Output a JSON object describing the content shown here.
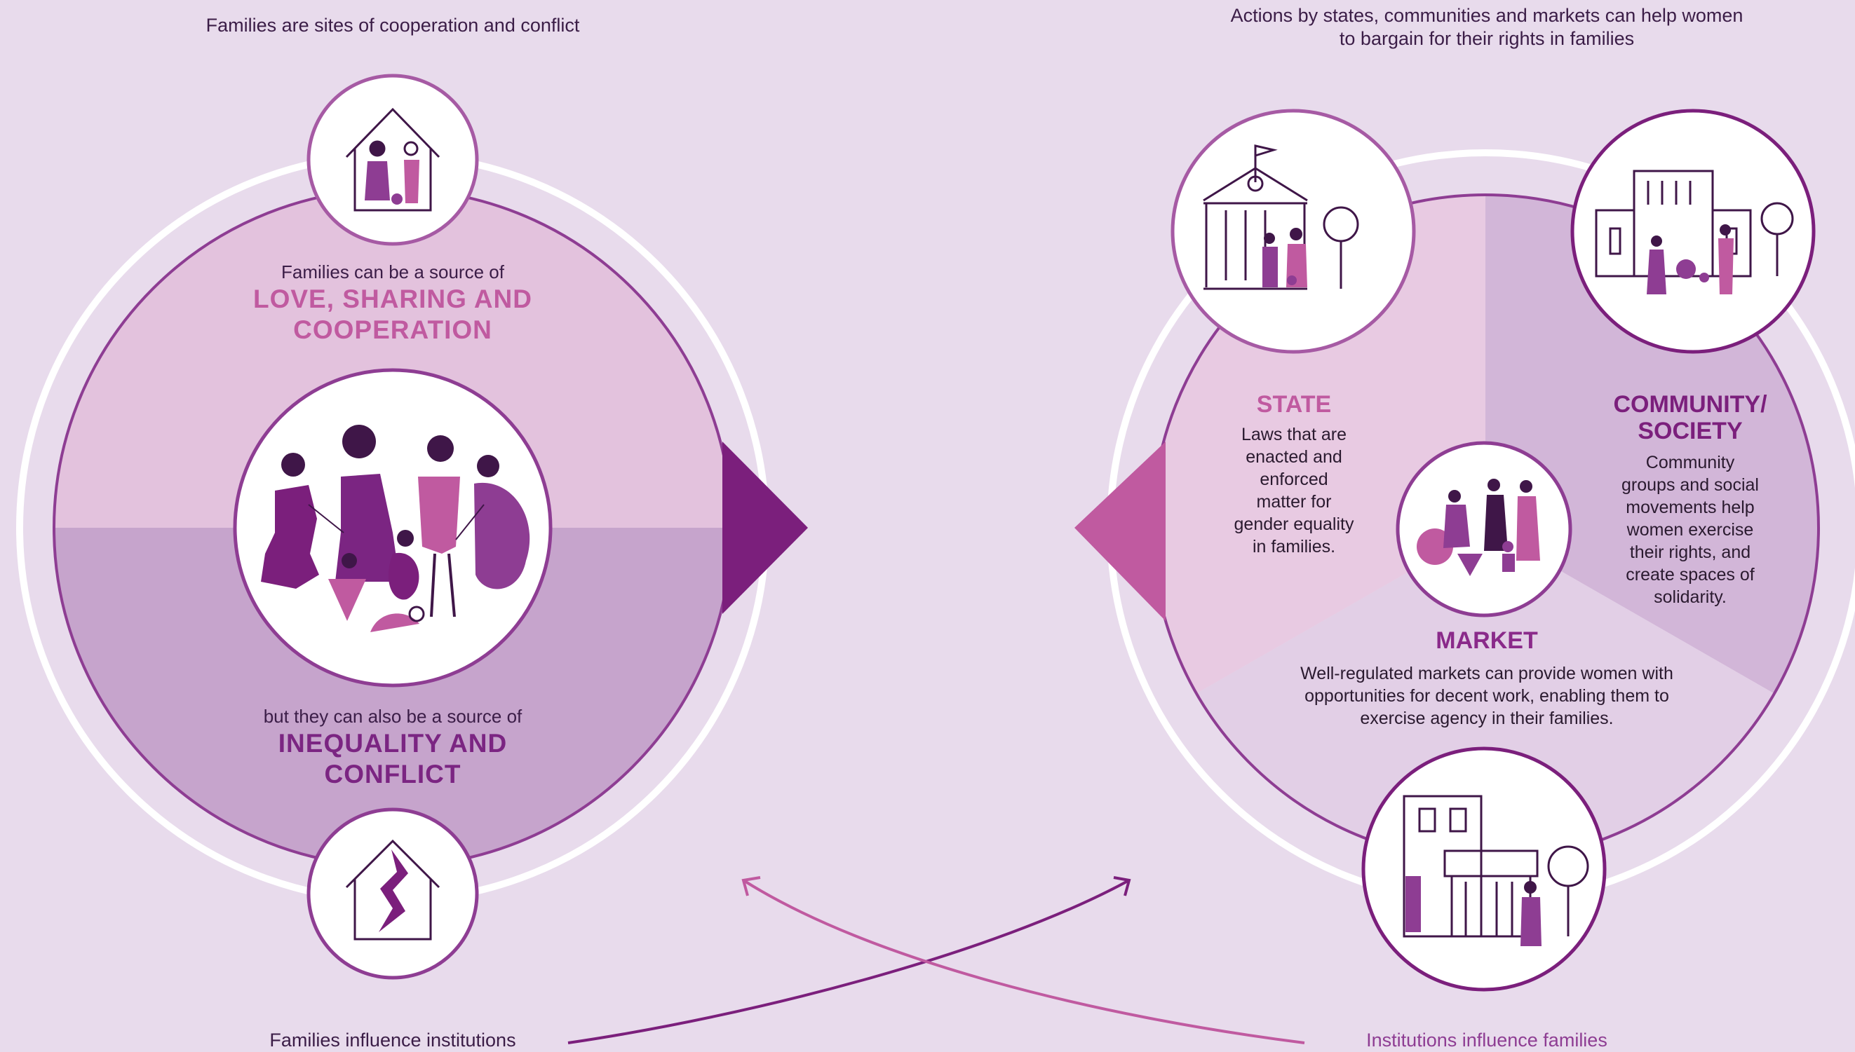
{
  "left": {
    "title": "Families are sites of cooperation and conflict",
    "love_intro": "Families can be a source of",
    "love_line1": "LOVE, SHARING AND",
    "love_line2": "COOPERATION",
    "ineq_intro": "but they can also be a source of",
    "ineq_line1": "INEQUALITY AND",
    "ineq_line2": "CONFLICT",
    "bottom_caption": "Families influence institutions"
  },
  "right": {
    "title_line1": "Actions by states, communities and markets can help women",
    "title_line2": "to bargain for their rights in families",
    "state": {
      "heading": "STATE",
      "lines": [
        "Laws that are",
        "enacted and",
        "enforced",
        "matter for",
        "gender equality",
        "in families."
      ]
    },
    "community": {
      "heading_line1": "COMMUNITY/",
      "heading_line2": "SOCIETY",
      "lines": [
        "Community",
        "groups and social",
        "movements help",
        "women exercise",
        "their rights, and",
        "create spaces of",
        "solidarity."
      ]
    },
    "market": {
      "heading": "MARKET",
      "lines": [
        "Well-regulated markets can provide women with",
        "opportunities for decent work, enabling them to",
        "exercise agency in their families."
      ]
    },
    "bottom_caption": "Institutions influence families"
  },
  "colors": {
    "background": "#e8dbec",
    "light_pink": "#e3c2dd",
    "mid_purple": "#c6a4cc",
    "deep_purple": "#7b1f7c",
    "magenta": "#c05aa0",
    "rim_purple": "#8e3d93",
    "state_sector": "#e8cae2",
    "community_sector": "#d2b6d8",
    "market_sector": "#e2cfe6"
  },
  "icons": [
    "family-house-icon",
    "broken-house-icon",
    "family-group-icon",
    "government-building-icon",
    "school-building-icon",
    "community-group-icon",
    "market-shop-icon",
    "tree-icon",
    "arrow-right-icon",
    "arrow-left-icon",
    "curved-arrow-icon"
  ]
}
